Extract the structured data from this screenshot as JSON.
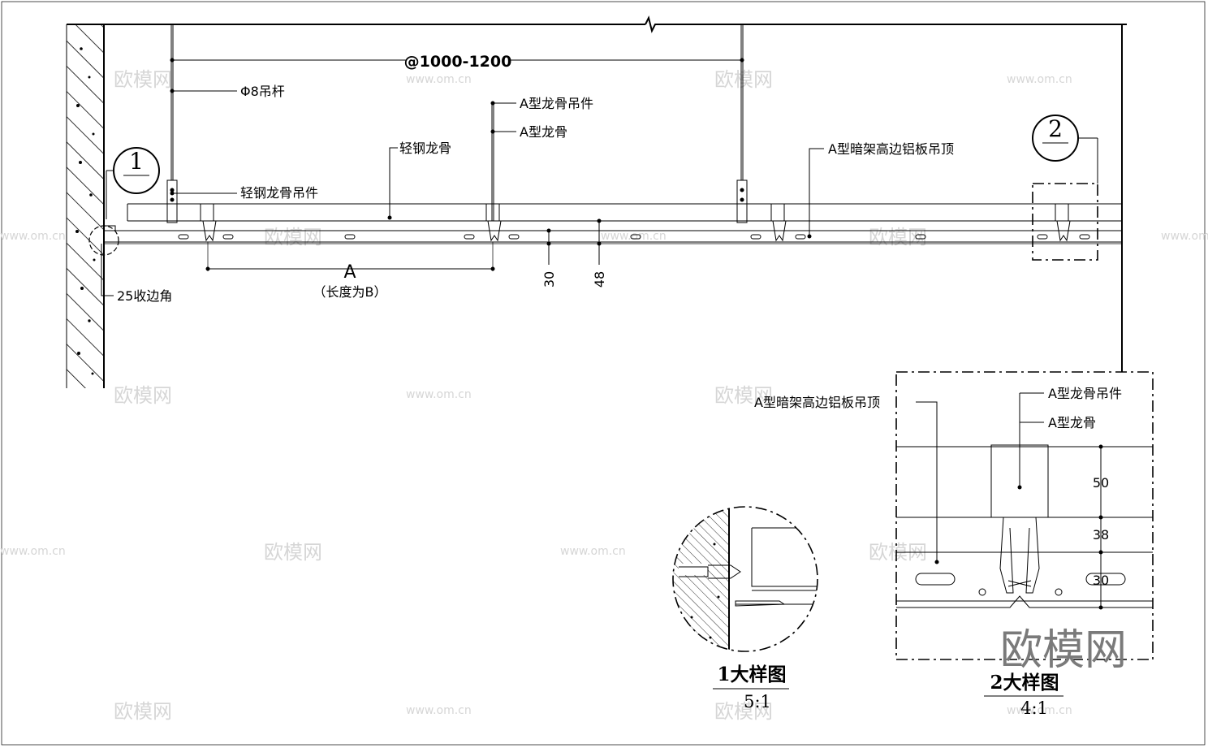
{
  "main_drawing": {
    "spacing_label": "@1000-1200",
    "rod_label": "Φ8吊杆",
    "a_hanger_label": "A型龙骨吊件",
    "a_keel_label": "A型龙骨",
    "light_keel_label": "轻钢龙骨",
    "light_hanger_label": "轻钢龙骨吊件",
    "panel_label": "A型暗架高边铝板吊顶",
    "edge_label": "25收边角",
    "dim_a": "A",
    "dim_a_note": "（长度为B）",
    "dim_30": "30",
    "dim_48": "48",
    "callout_1": "1",
    "callout_2": "2"
  },
  "detail_1": {
    "title": "1大样图",
    "scale": "5:1"
  },
  "detail_2": {
    "title": "2大样图",
    "scale": "4:1",
    "panel_label": "A型暗架高边铝板吊顶",
    "hanger_label": "A型龙骨吊件",
    "keel_label": "A型龙骨",
    "dim_50": "50",
    "dim_38": "38",
    "dim_30": "30"
  },
  "watermark": {
    "brand": "欧模网",
    "url": "www.om.cn"
  }
}
